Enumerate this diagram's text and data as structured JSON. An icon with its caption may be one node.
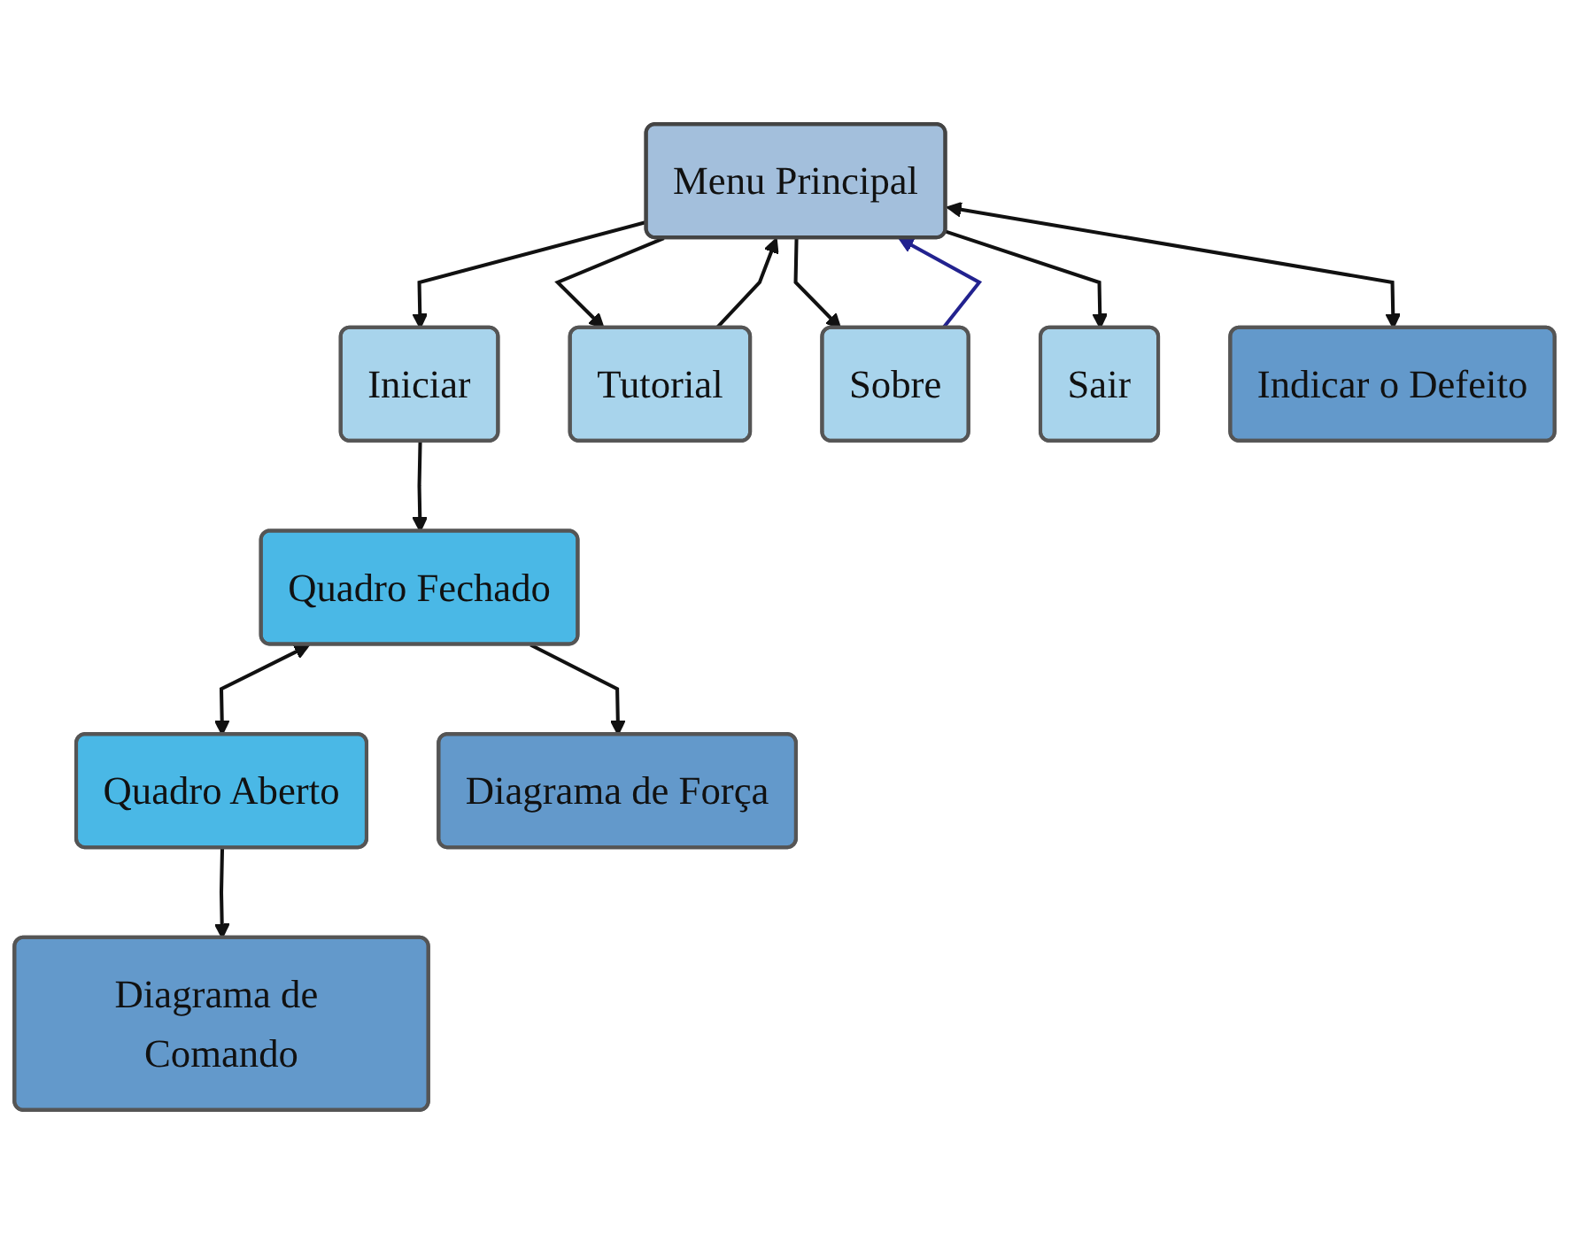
{
  "diagram": {
    "nodes": [
      {
        "text": [
          "Menu Principal"
        ]
      },
      {
        "text": [
          "Iniciar"
        ]
      },
      {
        "text": [
          "Tutorial"
        ]
      },
      {
        "text": [
          "Sobre"
        ]
      },
      {
        "text": [
          "Sair"
        ]
      },
      {
        "text": [
          "Quadro Fechado"
        ]
      },
      {
        "text": [
          "Quadro Aberto"
        ]
      },
      {
        "text": [
          "Diagrama de Força"
        ]
      },
      {
        "text": [
          "Diagrama de Comando"
        ]
      },
      {
        "text": [
          "Indicar o Defeito"
        ]
      }
    ],
    "edges": [
      {
        "from": 0,
        "to": 1,
        "arrow": "to"
      },
      {
        "from": 0,
        "to": 2,
        "arrow": "to"
      },
      {
        "from": 0,
        "to": 3,
        "arrow": "to"
      },
      {
        "from": 0,
        "to": 4,
        "arrow": "to"
      },
      {
        "from": 1,
        "to": 5,
        "arrow": "to"
      },
      {
        "from": 5,
        "to": 6,
        "arrow": "both"
      },
      {
        "from": 5,
        "to": 7,
        "arrow": "to"
      },
      {
        "from": 6,
        "to": 8,
        "arrow": "to"
      },
      {
        "from": 0,
        "to": 9,
        "arrow": "both"
      },
      {
        "from": 2,
        "to": 0,
        "arrow": "to"
      },
      {
        "from": 3,
        "to": 0,
        "arrow": "to",
        "color": "#22228f"
      }
    ]
  }
}
